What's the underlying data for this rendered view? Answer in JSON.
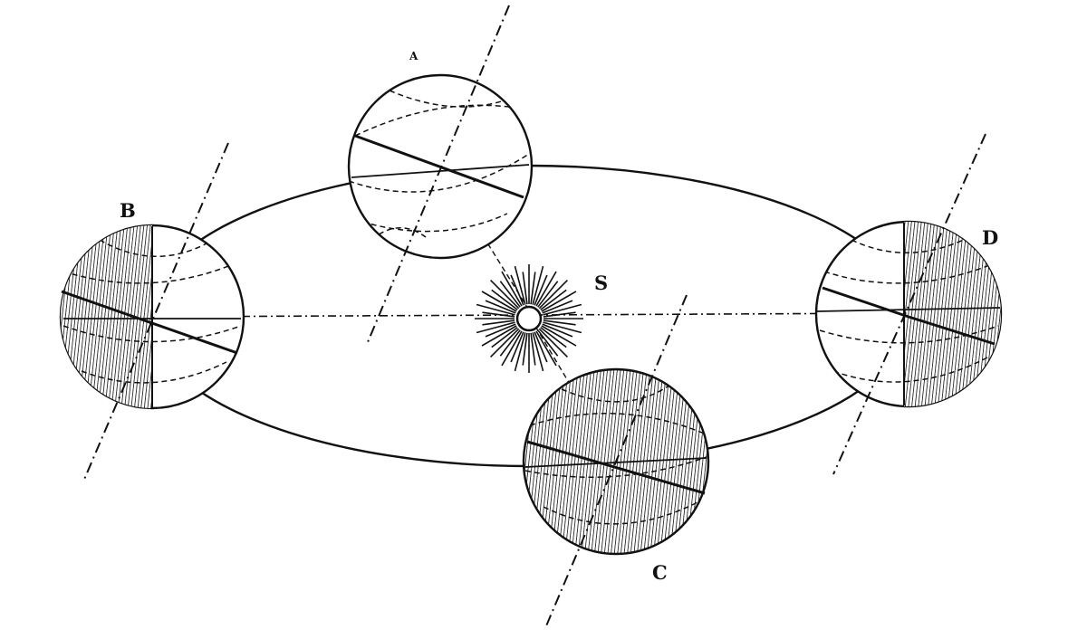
{
  "labels": {
    "top": "A",
    "left": "B",
    "bottom": "C",
    "right": "D",
    "sun": "S"
  },
  "colors": {
    "ink": "#111111",
    "paper": "#ffffff"
  }
}
